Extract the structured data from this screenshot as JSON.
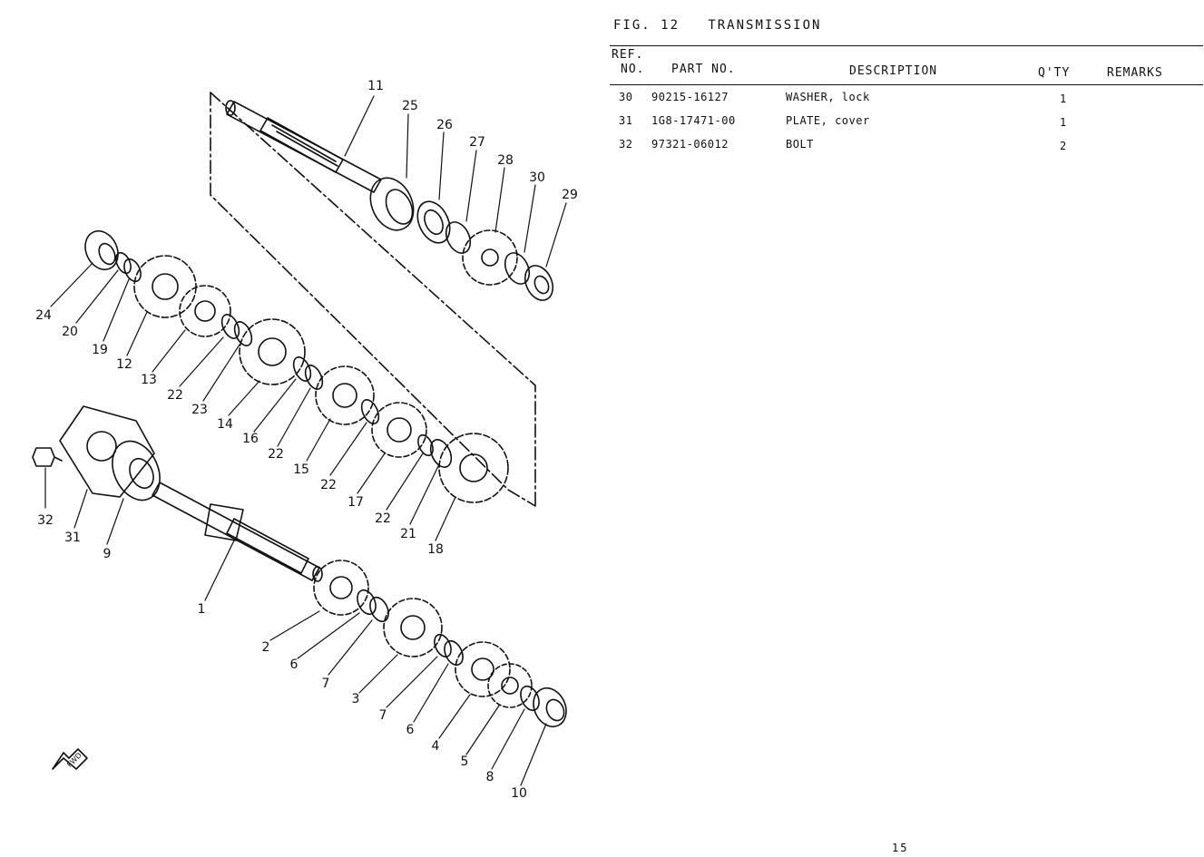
{
  "figure": {
    "label": "FIG. 12",
    "title": "TRANSMISSION"
  },
  "table": {
    "headers": {
      "ref": "REF.",
      "no": "NO.",
      "part_no": "PART NO.",
      "description": "DESCRIPTION",
      "qty": "Q'TY",
      "remarks": "REMARKS"
    },
    "rows": [
      {
        "ref": "30",
        "part_no": "90215-16127",
        "description": "WASHER, lock",
        "qty": "1",
        "remarks": ""
      },
      {
        "ref": "31",
        "part_no": "1G8-17471-00",
        "description": "PLATE, cover",
        "qty": "1",
        "remarks": ""
      },
      {
        "ref": "32",
        "part_no": "97321-06012",
        "description": "BOLT",
        "qty": "2",
        "remarks": ""
      }
    ]
  },
  "diagram": {
    "callouts": [
      "11",
      "25",
      "26",
      "27",
      "28",
      "30",
      "29",
      "24",
      "20",
      "19",
      "12",
      "13",
      "22",
      "23",
      "14",
      "16",
      "22",
      "15",
      "22",
      "17",
      "22",
      "21",
      "18",
      "32",
      "31",
      "9",
      "1",
      "2",
      "6",
      "7",
      "3",
      "7",
      "6",
      "4",
      "5",
      "8",
      "10"
    ],
    "fwd_label": "FWD"
  },
  "page_number": "15"
}
